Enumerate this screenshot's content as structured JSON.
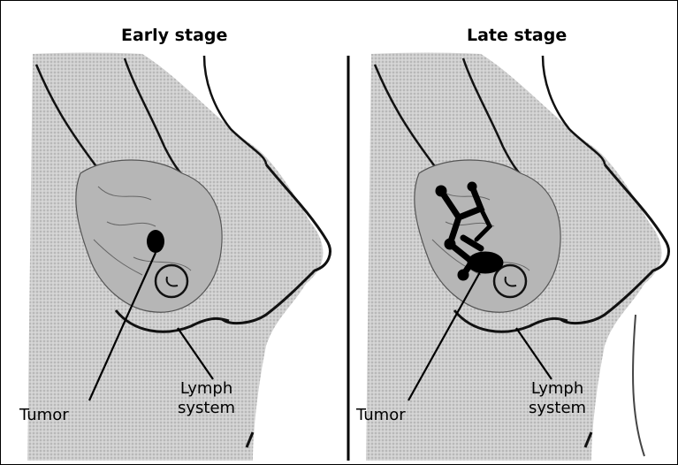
{
  "panels": [
    {
      "title": "Early stage",
      "tumor_label": "Tumor",
      "lymph_label": [
        "Lymph",
        "system"
      ]
    },
    {
      "title": "Late stage",
      "tumor_label": "Tumor",
      "lymph_label": [
        "Lymph",
        "system"
      ]
    }
  ],
  "colors": {
    "skin": "#c8c8c8",
    "tissue": "#b8b8b8",
    "outline": "#111111",
    "tumor": "#000000",
    "background": "#ffffff"
  }
}
